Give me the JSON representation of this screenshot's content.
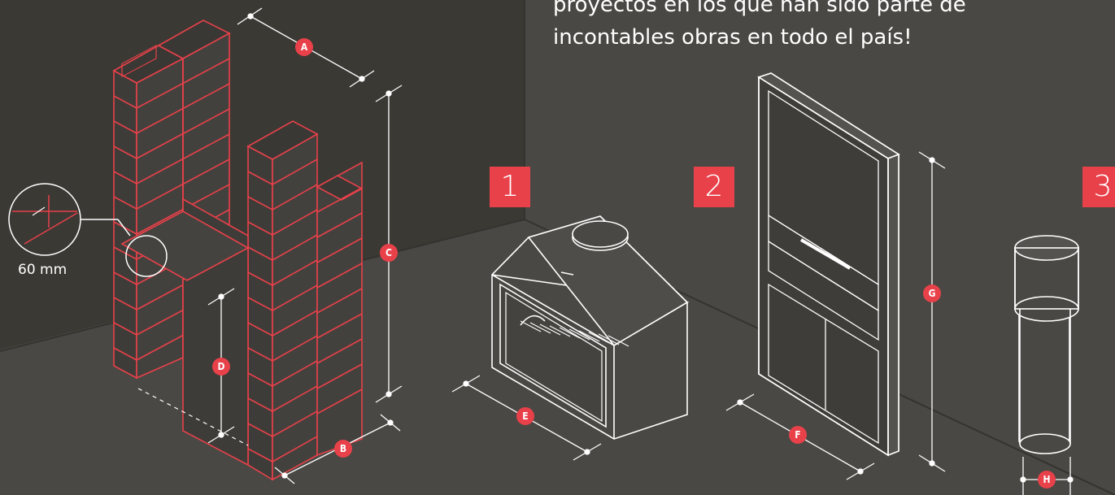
{
  "intro_text": {
    "line1": "proyectos en los que han sido parte de",
    "line2": "incontables obras en todo el país!"
  },
  "products": [
    {
      "number": "1"
    },
    {
      "number": "2"
    },
    {
      "number": "3"
    }
  ],
  "dimension_markers": [
    "A",
    "B",
    "C",
    "D",
    "E",
    "F",
    "G",
    "H"
  ],
  "zoom_callout": {
    "label": "60 mm"
  },
  "colors": {
    "background": "#4a4844",
    "back_wall": "#3b3934",
    "accent_red": "#e8414a",
    "line_white": "#ffffff"
  }
}
